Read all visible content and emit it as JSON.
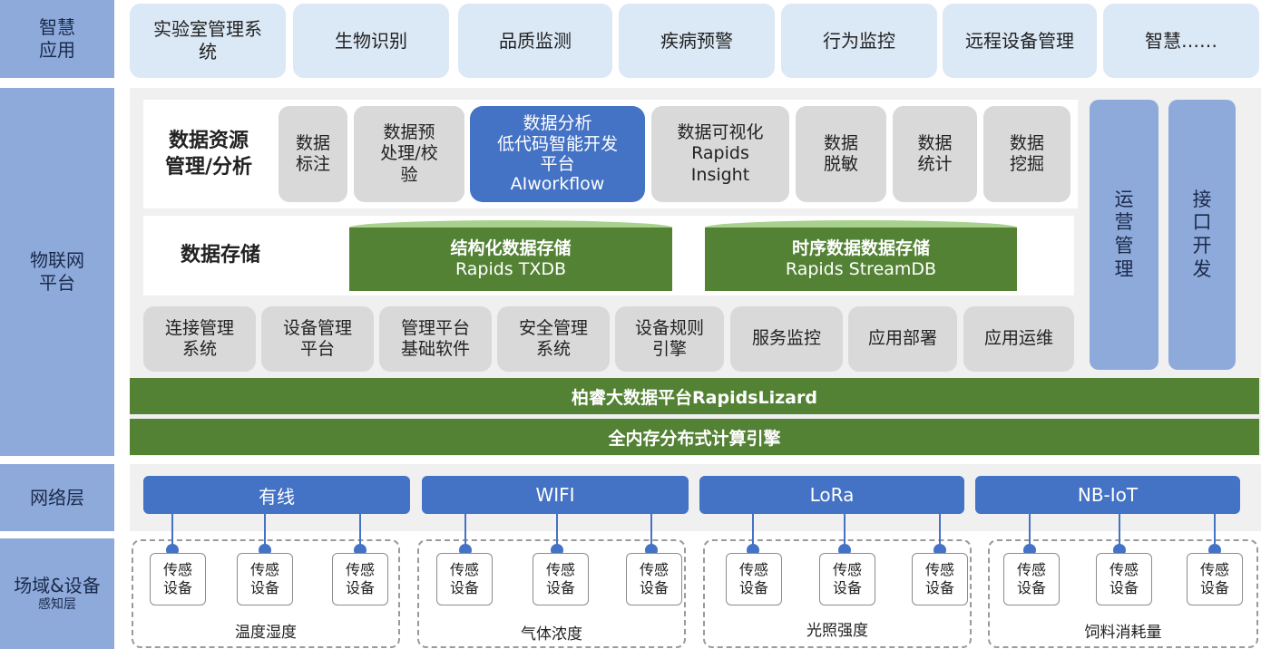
{
  "layers": {
    "app": "智慧\n应用",
    "iot_a": "物联网",
    "iot_b": "平台",
    "network": "网络层",
    "device_a": "场域&设备",
    "device_b": "感知层"
  },
  "apps": [
    "实验室管理系\n统",
    "生物识别",
    "品质监测",
    "疾病预警",
    "行为监控",
    "远程设备管理",
    "智慧……"
  ],
  "data_mgmt": {
    "title": "数据资源\n管理/分析",
    "items": [
      "数据\n标注",
      "数据预\n处理/校\n验",
      "数据分析\n低代码智能开发\n平台\nAIworkflow",
      "数据可视化\nRapids\nInsight",
      "数据\n脱敏",
      "数据\n统计",
      "数据\n挖掘"
    ]
  },
  "storage": {
    "title": "数据存储",
    "structured": {
      "name": "结构化数据存储",
      "product": "Rapids TXDB"
    },
    "timeseries": {
      "name": "时序数据数据存储",
      "product": "Rapids StreamDB"
    }
  },
  "services": [
    "连接管理\n系统",
    "设备管理\n平台",
    "管理平台\n基础软件",
    "安全管理\n系统",
    "设备规则\n引擎",
    "服务监控",
    "应用部署",
    "应用运维"
  ],
  "side": [
    "运\n营\n管\n理",
    "接\n口\n开\n发"
  ],
  "bars": [
    "柏睿大数据平台RapidsLizard",
    "全内存分布式计算引擎"
  ],
  "networks": [
    "有线",
    "WIFI",
    "LoRa",
    "NB-IoT"
  ],
  "sensor_label": "传感\n设备",
  "groups": [
    "温度湿度",
    "气体浓度",
    "光照强度",
    "饲料消耗量"
  ],
  "colors": {
    "layer": "#8eaadb",
    "app_box": "#dbe8f5",
    "blue": "#4472c4",
    "green": "#548235",
    "gray_box": "#d9d9d9"
  }
}
